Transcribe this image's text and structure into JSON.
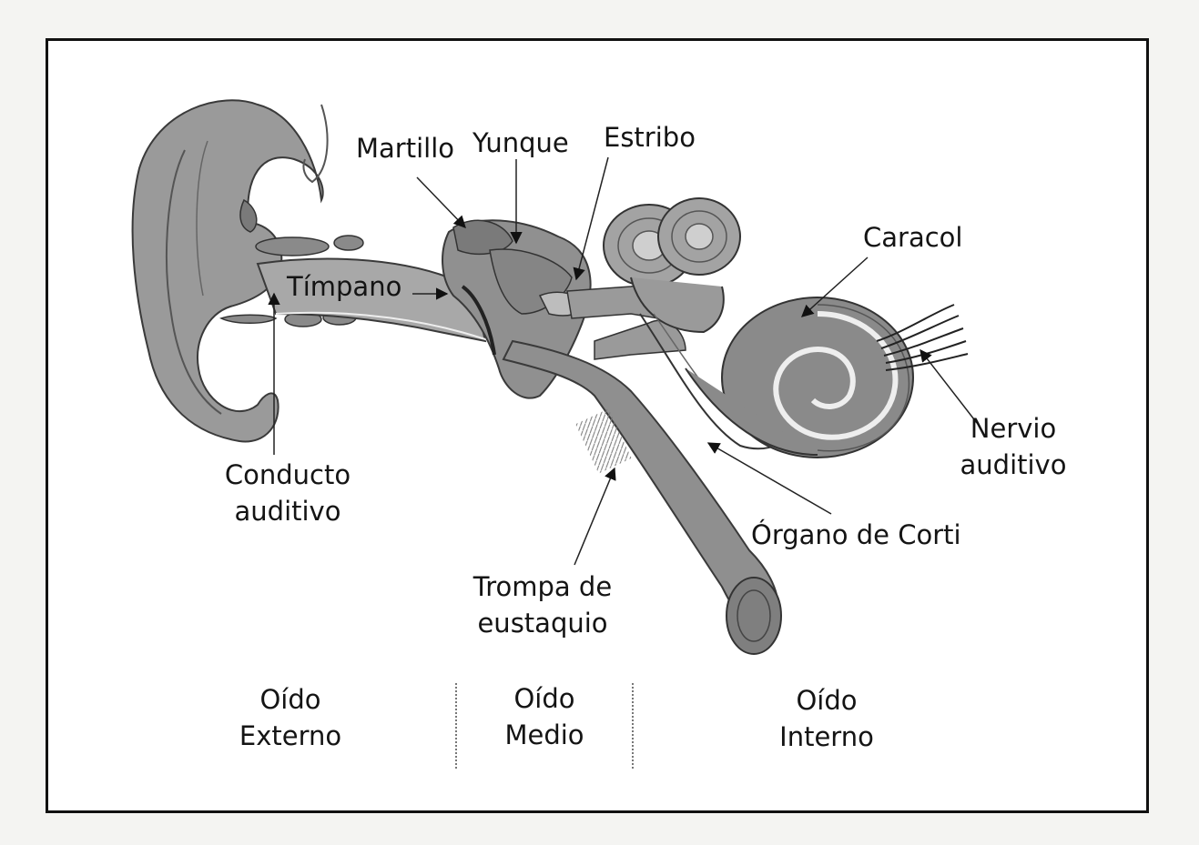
{
  "labels": {
    "martillo": "Martillo",
    "yunque": "Yunque",
    "estribo": "Estribo",
    "timpano": "Tímpano",
    "caracol": "Caracol",
    "nervio_l1": "Nervio",
    "nervio_l2": "auditivo",
    "conducto_l1": "Conducto",
    "conducto_l2": "auditivo",
    "corti": "Órgano de Corti",
    "trompa_l1": "Trompa de",
    "trompa_l2": "eustaquio"
  },
  "sections": [
    {
      "line1": "Oído",
      "line2": "Externo"
    },
    {
      "line1": "Oído",
      "line2": "Medio"
    },
    {
      "line1": "Oído",
      "line2": "Interno"
    }
  ],
  "colors": {
    "frame": "#111111",
    "organ_dark": "#8c8c8c",
    "organ_mid": "#a6a6a6",
    "organ_light": "#c4c4c4",
    "outline": "#3a3a3a"
  }
}
